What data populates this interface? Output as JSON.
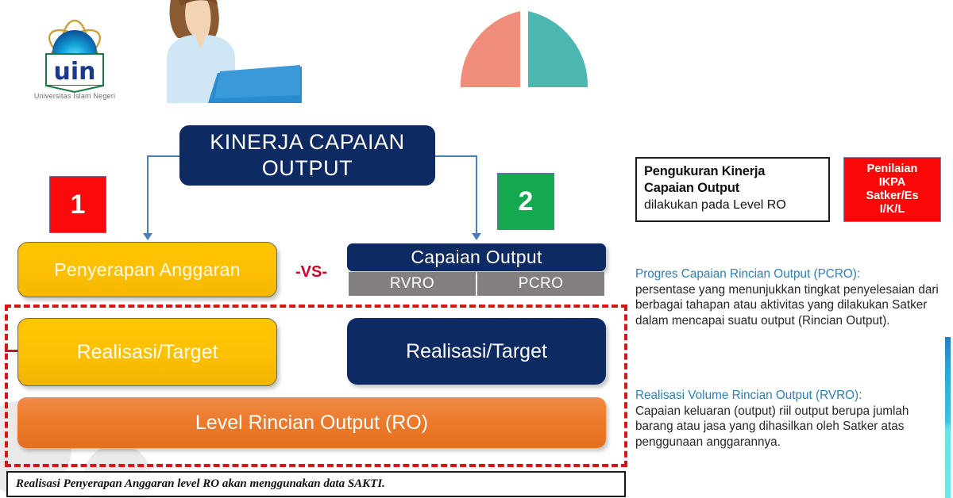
{
  "banner": {
    "logo_caption": "Universitas Islam Negeri",
    "logo_text": "uin",
    "icons": [
      "uin-logo",
      "person-with-laptop-illustration",
      "pie-chart-illustration"
    ]
  },
  "diagram": {
    "title_line1": "KINERJA CAPAIAN",
    "title_line2": "OUTPUT",
    "badge_1": "1",
    "badge_2": "2",
    "left_branch": {
      "label": "Penyerapan Anggaran",
      "realisasi": "Realisasi/Target"
    },
    "vs_label": "-VS-",
    "right_branch": {
      "label": "Capaian Output",
      "sub_left": "RVRO",
      "sub_right": "PCRO",
      "realisasi": "Realisasi/Target"
    },
    "ro_bar": "Level Rincian Output (RO)"
  },
  "caption": "Realisasi Penyerapan Anggaran level RO akan menggunakan data SAKTI.",
  "right_panel": {
    "pengukuran": {
      "line1": "Pengukuran Kinerja",
      "line2": "Capaian Output",
      "line3": "dilakukan pada Level RO"
    },
    "ikpa": {
      "line1": "Penilaian",
      "line2": "IKPA",
      "line3": "Satker/Es",
      "line4": "I/K/L"
    },
    "notes": [
      {
        "heading": "Progres Capaian Rincian Output (PCRO):",
        "body": "persentase yang menunjukkan tingkat penyelesaian dari berbagai tahapan atau aktivitas yang dilakukan Satker dalam mencapai suatu output (Rincian Output)."
      },
      {
        "heading": "Realisasi Volume Rincian Output (RVRO):",
        "body": "Capaian keluaran (output) riil output berupa jumlah barang atau jasa yang dihasilkan oleh Satker atas penggunaan anggarannya."
      }
    ]
  },
  "colors": {
    "navy": "#0d2a63",
    "yellow": "#fcbf04",
    "orange": "#ec7a2c",
    "red": "#fa0a0a",
    "green": "#14a84f",
    "gray": "#837f7e",
    "dashed_red": "#d91616",
    "note_heading": "#2f7fb5",
    "arrow_blue": "#4a7ebb"
  }
}
